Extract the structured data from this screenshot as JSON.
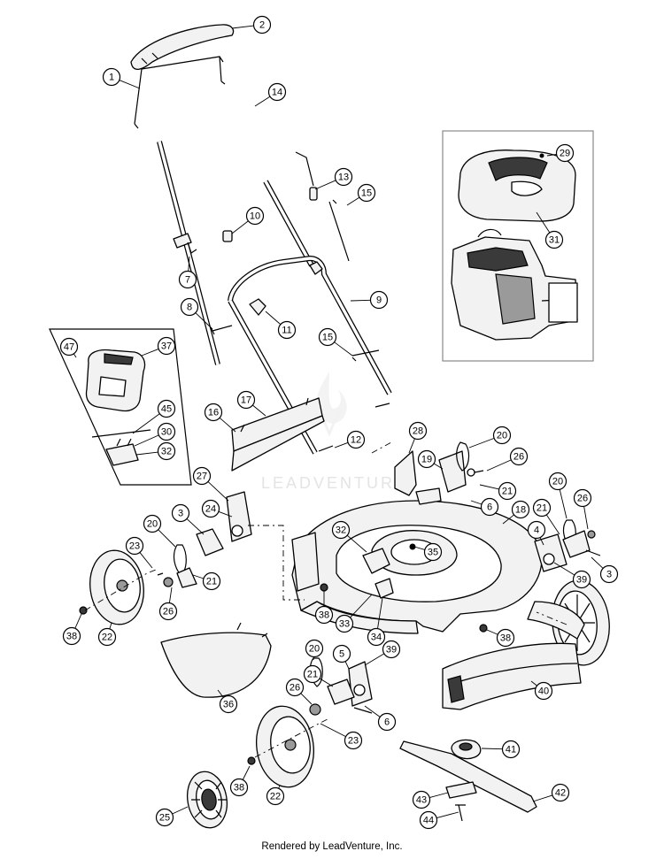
{
  "watermark": "LEADVENTURE",
  "footer": "Rendered by LeadVenture, Inc.",
  "callouts": [
    {
      "num": "1"
    },
    {
      "num": "2"
    },
    {
      "num": "14"
    },
    {
      "num": "13"
    },
    {
      "num": "15"
    },
    {
      "num": "10"
    },
    {
      "num": "7"
    },
    {
      "num": "9"
    },
    {
      "num": "8"
    },
    {
      "num": "11"
    },
    {
      "num": "15"
    },
    {
      "num": "47"
    },
    {
      "num": "37"
    },
    {
      "num": "45"
    },
    {
      "num": "30"
    },
    {
      "num": "32"
    },
    {
      "num": "16"
    },
    {
      "num": "17"
    },
    {
      "num": "12"
    },
    {
      "num": "29"
    },
    {
      "num": "31"
    },
    {
      "num": "28"
    },
    {
      "num": "20"
    },
    {
      "num": "19"
    },
    {
      "num": "26"
    },
    {
      "num": "21"
    },
    {
      "num": "6"
    },
    {
      "num": "18"
    },
    {
      "num": "27"
    },
    {
      "num": "24"
    },
    {
      "num": "3"
    },
    {
      "num": "20"
    },
    {
      "num": "23"
    },
    {
      "num": "21"
    },
    {
      "num": "26"
    },
    {
      "num": "38"
    },
    {
      "num": "22"
    },
    {
      "num": "32"
    },
    {
      "num": "35"
    },
    {
      "num": "38"
    },
    {
      "num": "33"
    },
    {
      "num": "34"
    },
    {
      "num": "20"
    },
    {
      "num": "26"
    },
    {
      "num": "4"
    },
    {
      "num": "21"
    },
    {
      "num": "39"
    },
    {
      "num": "3"
    },
    {
      "num": "38"
    },
    {
      "num": "36"
    },
    {
      "num": "20"
    },
    {
      "num": "5"
    },
    {
      "num": "39"
    },
    {
      "num": "21"
    },
    {
      "num": "26"
    },
    {
      "num": "6"
    },
    {
      "num": "40"
    },
    {
      "num": "23"
    },
    {
      "num": "38"
    },
    {
      "num": "22"
    },
    {
      "num": "41"
    },
    {
      "num": "25"
    },
    {
      "num": "42"
    },
    {
      "num": "43"
    },
    {
      "num": "44"
    }
  ]
}
